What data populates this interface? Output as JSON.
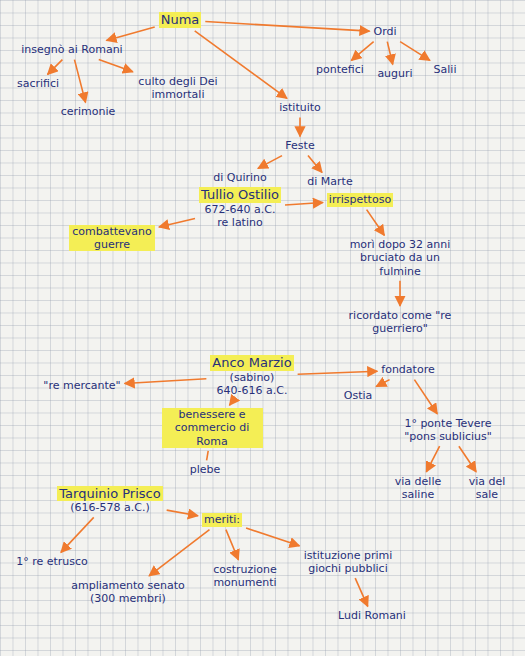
{
  "diagram": {
    "nodes": [
      {
        "text": [
          "Numa"
        ]
      },
      {
        "text": [
          "insegnò ai Romani"
        ]
      },
      {
        "text": [
          "sacrifici"
        ]
      },
      {
        "text": [
          "culto degli Dei immortali"
        ]
      },
      {
        "text": [
          "cerimonie"
        ]
      },
      {
        "text": [
          "Ordi"
        ]
      },
      {
        "text": [
          "pontefici"
        ]
      },
      {
        "text": [
          "auguri"
        ]
      },
      {
        "text": [
          "Salii"
        ]
      },
      {
        "text": [
          "istituito"
        ]
      },
      {
        "text": [
          "Feste"
        ]
      },
      {
        "text": [
          "di Quirino"
        ]
      },
      {
        "text": [
          "di Marte"
        ]
      },
      {
        "text": [
          "Tullio Ostilio",
          "672-640 a.C.",
          "re latino"
        ]
      },
      {
        "text": [
          "combattevano guerre"
        ]
      },
      {
        "text": [
          "irrispettoso"
        ]
      },
      {
        "text": [
          "morì dopo 32 anni bruciato da un fulmine"
        ]
      },
      {
        "text": [
          "ricordato come \"re guerriero\""
        ]
      },
      {
        "text": [
          "Anco Marzio",
          "(sabino)",
          "640-616 a.C."
        ]
      },
      {
        "text": [
          "\"re mercante\""
        ]
      },
      {
        "text": [
          "benessere e commercio di Roma"
        ]
      },
      {
        "text": [
          "plebe"
        ]
      },
      {
        "text": [
          "fondatore"
        ]
      },
      {
        "text": [
          "Ostia"
        ]
      },
      {
        "text": [
          "1° ponte Tevere \"pons sublicius\""
        ]
      },
      {
        "text": [
          "via delle saline"
        ]
      },
      {
        "text": [
          "via del sale"
        ]
      },
      {
        "text": [
          "Tarquinio Prisco",
          "(616-578 a.C.)"
        ]
      },
      {
        "text": [
          "1° re etrusco"
        ]
      },
      {
        "text": [
          "meriti:"
        ]
      },
      {
        "text": [
          "ampliamento senato (300 membri)"
        ]
      },
      {
        "text": [
          "costruzione monumenti"
        ]
      },
      {
        "text": [
          "istituzione primi giochi pubblici"
        ]
      },
      {
        "text": [
          "Ludi Romani"
        ]
      }
    ],
    "edges": [
      {
        "from": 0,
        "to": 1,
        "arrow": "to"
      },
      {
        "from": 0,
        "to": 5,
        "arrow": "to"
      },
      {
        "from": 0,
        "to": 9,
        "arrow": "to"
      },
      {
        "from": 1,
        "to": 2,
        "arrow": "to"
      },
      {
        "from": 1,
        "to": 3,
        "arrow": "to"
      },
      {
        "from": 1,
        "to": 4,
        "arrow": "to"
      },
      {
        "from": 5,
        "to": 6,
        "arrow": "to"
      },
      {
        "from": 5,
        "to": 7,
        "arrow": "to"
      },
      {
        "from": 5,
        "to": 8,
        "arrow": "to"
      },
      {
        "from": 9,
        "to": 10,
        "arrow": "to"
      },
      {
        "from": 10,
        "to": 11,
        "arrow": "to"
      },
      {
        "from": 10,
        "to": 12,
        "arrow": "to"
      },
      {
        "from": 13,
        "to": 14,
        "arrow": "to"
      },
      {
        "from": 13,
        "to": 15,
        "arrow": "to"
      },
      {
        "from": 15,
        "to": 16,
        "arrow": "to"
      },
      {
        "from": 16,
        "to": 17,
        "arrow": "to"
      },
      {
        "from": 18,
        "to": 19,
        "arrow": "to"
      },
      {
        "from": 18,
        "to": 20,
        "arrow": "to"
      },
      {
        "from": 20,
        "to": 21,
        "arrow": "none"
      },
      {
        "from": 18,
        "to": 22,
        "arrow": "to"
      },
      {
        "from": 22,
        "to": 23,
        "arrow": "to"
      },
      {
        "from": 22,
        "to": 24,
        "arrow": "to"
      },
      {
        "from": 24,
        "to": 25,
        "arrow": "to"
      },
      {
        "from": 24,
        "to": 26,
        "arrow": "to"
      },
      {
        "from": 27,
        "to": 28,
        "arrow": "to"
      },
      {
        "from": 27,
        "to": 29,
        "arrow": "to"
      },
      {
        "from": 29,
        "to": 30,
        "arrow": "to"
      },
      {
        "from": 29,
        "to": 31,
        "arrow": "to"
      },
      {
        "from": 29,
        "to": 32,
        "arrow": "to"
      },
      {
        "from": 32,
        "to": 33,
        "arrow": "to"
      }
    ]
  }
}
